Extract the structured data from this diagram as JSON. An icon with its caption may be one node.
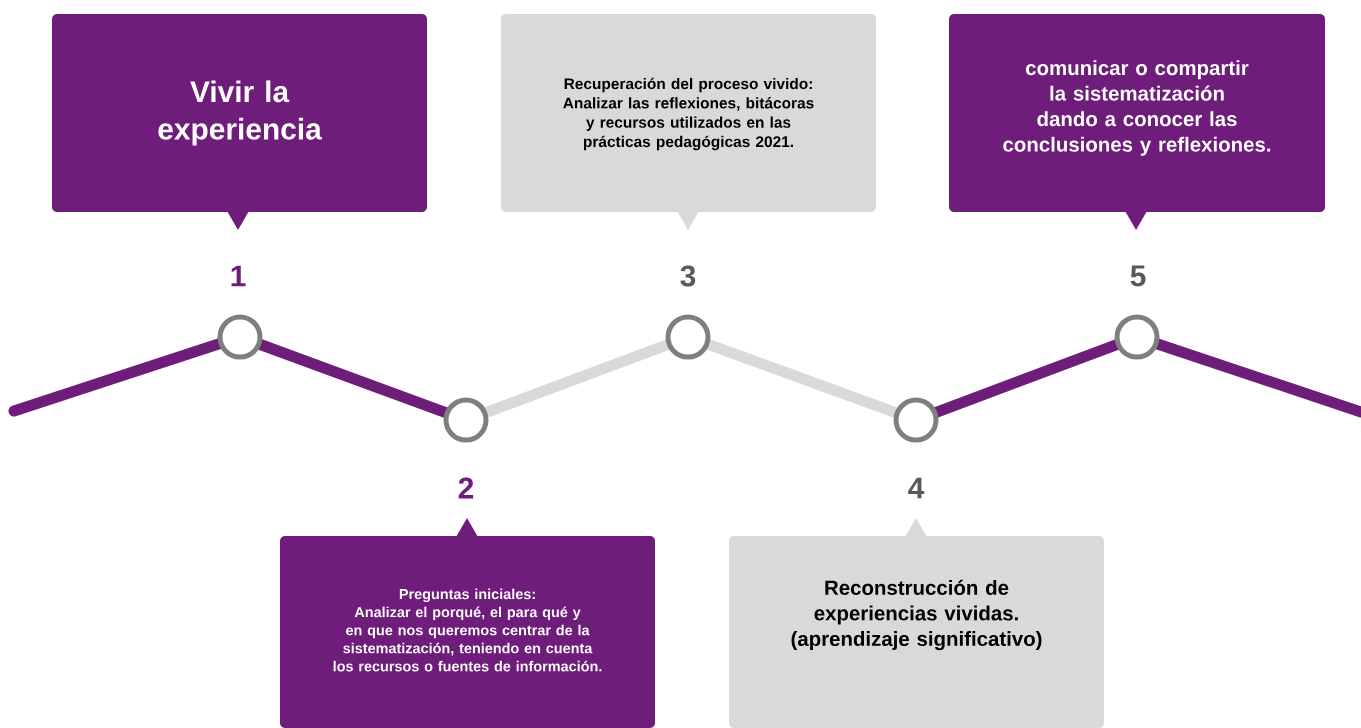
{
  "diagram": {
    "nodes": [
      {
        "text": [
          "Vivir la experiencia"
        ]
      },
      {
        "text": [
          "Preguntas iniciales:",
          "Analizar el porqué, el para qué y en que nos queremos centrar de la sistematización, teniendo en cuenta los recursos o fuentes de información."
        ]
      },
      {
        "text": [
          "Recuperación del proceso vivido:",
          "Analizar las reflexiones, bitácoras y recursos utilizados en las prácticas pedagógicas 2021."
        ]
      },
      {
        "text": [
          "Reconstrucción de experiencias vividas. (aprendizaje significativo)"
        ]
      },
      {
        "text": [
          "comunicar o compartir la sistematización dando a conocer las conclusiones y reflexiones."
        ]
      },
      {
        "text": [],
        "shape": "circle"
      },
      {
        "text": [],
        "shape": "circle"
      },
      {
        "text": [],
        "shape": "circle"
      },
      {
        "text": [],
        "shape": "circle"
      },
      {
        "text": [],
        "shape": "circle"
      }
    ],
    "edges": [
      {
        "from": null,
        "to": 5,
        "arrow": "none"
      },
      {
        "from": 5,
        "to": 6,
        "arrow": "none"
      },
      {
        "from": 6,
        "to": 7,
        "arrow": "none",
        "color": "#d9d9d9"
      },
      {
        "from": 7,
        "to": 8,
        "arrow": "none",
        "color": "#d9d9d9"
      },
      {
        "from": 8,
        "to": 9,
        "arrow": "none"
      },
      {
        "from": 9,
        "to": null,
        "arrow": "none"
      }
    ],
    "labels": [
      "1",
      "3",
      "5",
      "2",
      "4"
    ]
  }
}
